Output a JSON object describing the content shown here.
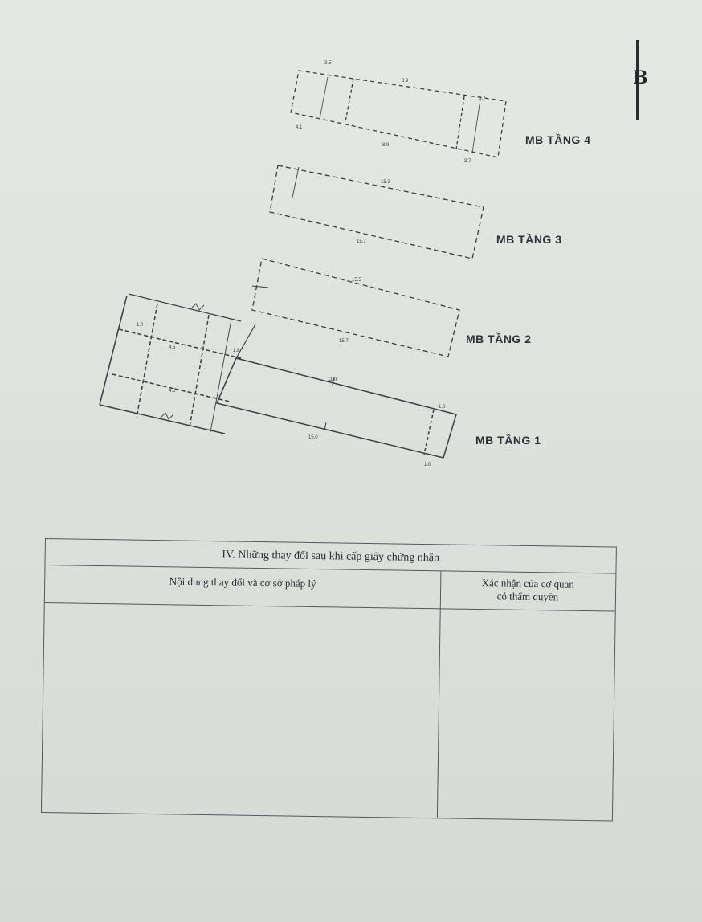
{
  "page_letter": "B",
  "floor_plans": [
    {
      "label": "MB TẦNG 4"
    },
    {
      "label": "MB TẦNG 3"
    },
    {
      "label": "MB TẦNG 2"
    },
    {
      "label": "MB TẦNG 1"
    }
  ],
  "changes_section": {
    "title": "IV. Những thay đổi sau khi cấp giấy chứng nhận",
    "col_content": "Nội dung thay đổi và cơ sở pháp lý",
    "col_confirm_line1": "Xác nhận của cơ quan",
    "col_confirm_line2": "có thẩm quyền"
  },
  "colors": {
    "paper": "#e3e5e1",
    "ink": "#2a2d33",
    "line": "#55585e"
  }
}
